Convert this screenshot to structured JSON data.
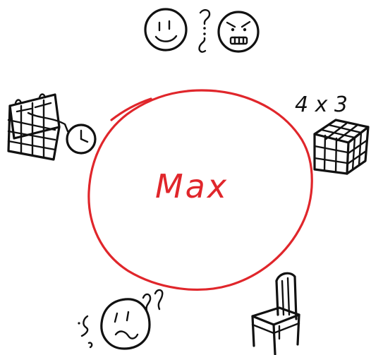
{
  "center": {
    "label": "Max",
    "color": "#e0262b"
  },
  "ink_color": "#111111",
  "items": [
    {
      "position": "top",
      "icon": "happy-and-angry-faces-icon"
    },
    {
      "position": "top-left",
      "icon": "calendar-and-clock-icon"
    },
    {
      "position": "right",
      "icon": "rubiks-cube-icon",
      "caption": "4 x 3"
    },
    {
      "position": "bottom-left",
      "icon": "confused-face-icon"
    },
    {
      "position": "bottom-right",
      "icon": "chair-icon"
    }
  ],
  "cube_caption": "4 x 3"
}
